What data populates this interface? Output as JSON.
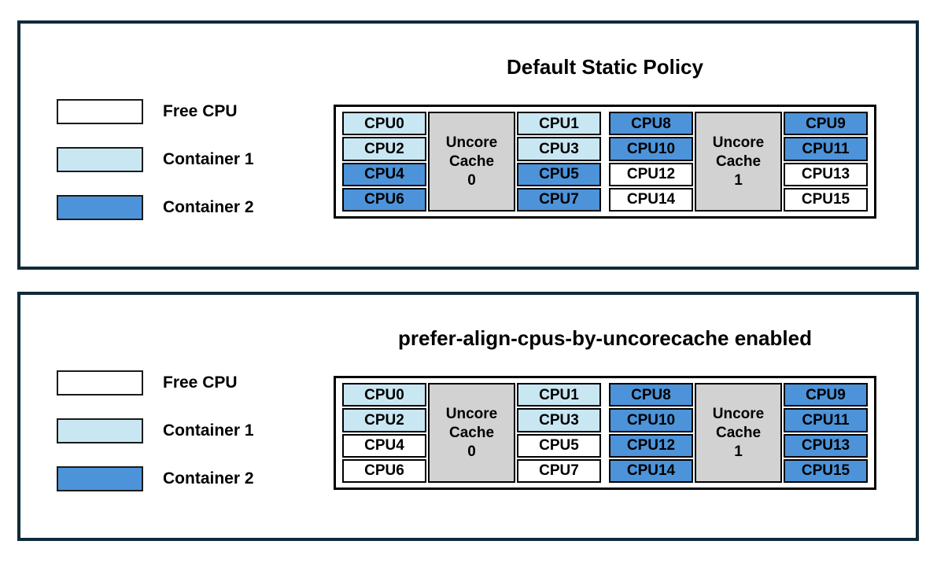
{
  "colors": {
    "free_cpu": "#ffffff",
    "container1": "#c9e7f3",
    "container2": "#4d93d9",
    "uncore_cache": "#d2d2d2",
    "panel_border": "#0e2a3a",
    "cell_border": "#000000",
    "text": "#000000"
  },
  "legend": {
    "items": [
      {
        "label": "Free CPU",
        "color_key": "free_cpu"
      },
      {
        "label": "Container 1",
        "color_key": "container1"
      },
      {
        "label": "Container 2",
        "color_key": "container2"
      }
    ]
  },
  "panels": [
    {
      "title": "Default Static Policy",
      "groups": [
        {
          "cache_lines": [
            "Uncore",
            "Cache",
            "0"
          ],
          "left": [
            {
              "label": "CPU0",
              "state": "container1"
            },
            {
              "label": "CPU2",
              "state": "container1"
            },
            {
              "label": "CPU4",
              "state": "container2"
            },
            {
              "label": "CPU6",
              "state": "container2"
            }
          ],
          "right": [
            {
              "label": "CPU1",
              "state": "container1"
            },
            {
              "label": "CPU3",
              "state": "container1"
            },
            {
              "label": "CPU5",
              "state": "container2"
            },
            {
              "label": "CPU7",
              "state": "container2"
            }
          ]
        },
        {
          "cache_lines": [
            "Uncore",
            "Cache",
            "1"
          ],
          "left": [
            {
              "label": "CPU8",
              "state": "container2"
            },
            {
              "label": "CPU10",
              "state": "container2"
            },
            {
              "label": "CPU12",
              "state": "free_cpu"
            },
            {
              "label": "CPU14",
              "state": "free_cpu"
            }
          ],
          "right": [
            {
              "label": "CPU9",
              "state": "container2"
            },
            {
              "label": "CPU11",
              "state": "container2"
            },
            {
              "label": "CPU13",
              "state": "free_cpu"
            },
            {
              "label": "CPU15",
              "state": "free_cpu"
            }
          ]
        }
      ]
    },
    {
      "title": "prefer-align-cpus-by-uncorecache enabled",
      "groups": [
        {
          "cache_lines": [
            "Uncore",
            "Cache",
            "0"
          ],
          "left": [
            {
              "label": "CPU0",
              "state": "container1"
            },
            {
              "label": "CPU2",
              "state": "container1"
            },
            {
              "label": "CPU4",
              "state": "free_cpu"
            },
            {
              "label": "CPU6",
              "state": "free_cpu"
            }
          ],
          "right": [
            {
              "label": "CPU1",
              "state": "container1"
            },
            {
              "label": "CPU3",
              "state": "container1"
            },
            {
              "label": "CPU5",
              "state": "free_cpu"
            },
            {
              "label": "CPU7",
              "state": "free_cpu"
            }
          ]
        },
        {
          "cache_lines": [
            "Uncore",
            "Cache",
            "1"
          ],
          "left": [
            {
              "label": "CPU8",
              "state": "container2"
            },
            {
              "label": "CPU10",
              "state": "container2"
            },
            {
              "label": "CPU12",
              "state": "container2"
            },
            {
              "label": "CPU14",
              "state": "container2"
            }
          ],
          "right": [
            {
              "label": "CPU9",
              "state": "container2"
            },
            {
              "label": "CPU11",
              "state": "container2"
            },
            {
              "label": "CPU13",
              "state": "container2"
            },
            {
              "label": "CPU15",
              "state": "container2"
            }
          ]
        }
      ]
    }
  ]
}
